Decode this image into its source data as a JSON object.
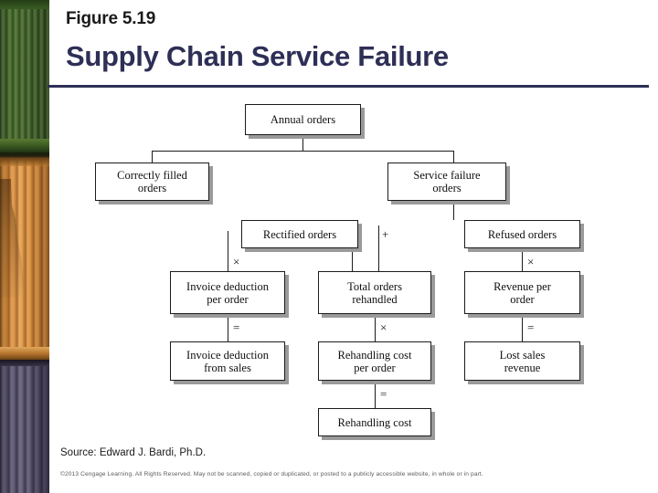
{
  "header": {
    "figure_label": "Figure 5.19",
    "title": "Supply Chain Service Failure",
    "rule_color": "#2e2f56",
    "title_color": "#2e2f56"
  },
  "decor": {
    "strip_name": "shipping-containers-photo",
    "colors": {
      "green": "#3f6226",
      "orange": "#d88f40",
      "purple": "#55506a"
    }
  },
  "diagram": {
    "type": "flowchart",
    "nodes": [
      {
        "id": "annual_orders",
        "label": "Annual orders"
      },
      {
        "id": "correctly_filled_orders",
        "label": "Correctly filled\norders"
      },
      {
        "id": "service_failure_orders",
        "label": "Service failure\norders"
      },
      {
        "id": "rectified_orders",
        "label": "Rectified orders"
      },
      {
        "id": "refused_orders",
        "label": "Refused orders"
      },
      {
        "id": "invoice_deduction_per_order",
        "label": "Invoice deduction\nper order"
      },
      {
        "id": "total_orders_rehandled",
        "label": "Total orders\nrehandled"
      },
      {
        "id": "revenue_per_order",
        "label": "Revenue per\norder"
      },
      {
        "id": "invoice_deduction_from_sales",
        "label": "Invoice deduction\nfrom sales"
      },
      {
        "id": "rehandling_cost_per_order",
        "label": "Rehandling cost\nper order"
      },
      {
        "id": "lost_sales_revenue",
        "label": "Lost sales\nrevenue"
      },
      {
        "id": "rehandling_cost",
        "label": "Rehandling cost"
      }
    ],
    "operators": [
      {
        "id": "op_plus_left",
        "symbol": "+"
      },
      {
        "id": "op_times_left",
        "symbol": "×"
      },
      {
        "id": "op_times_right",
        "symbol": "×"
      },
      {
        "id": "op_equals_left",
        "symbol": "="
      },
      {
        "id": "op_times_middle",
        "symbol": "×"
      },
      {
        "id": "op_equals_right",
        "symbol": "="
      },
      {
        "id": "op_equals_bottom",
        "symbol": "="
      }
    ]
  },
  "footer": {
    "source": "Source: Edward J. Bardi, Ph.D.",
    "copyright": "©2013 Cengage Learning. All Rights Reserved. May not be scanned, copied or duplicated, or posted to a publicly accessible website, in whole or in part."
  }
}
